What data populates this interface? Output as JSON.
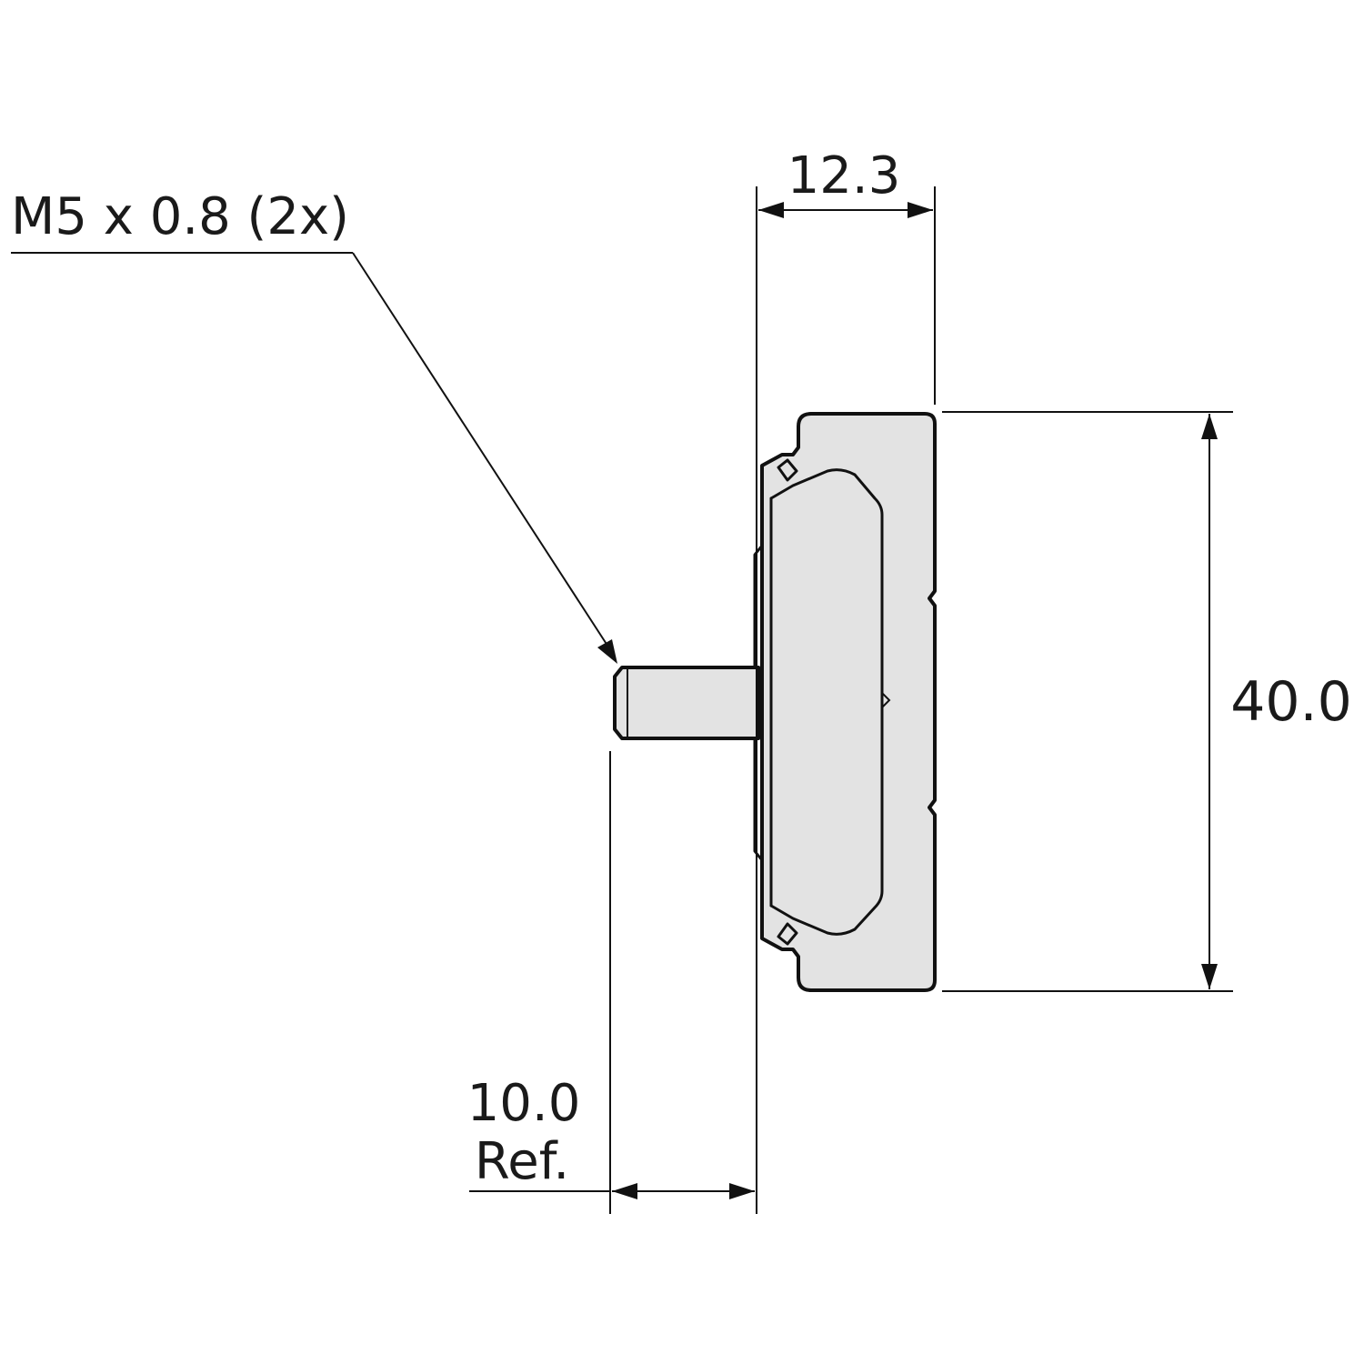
{
  "callout": {
    "label": "M5 x 0.8 (2x)"
  },
  "dimensions": {
    "width": {
      "value": "12.3"
    },
    "height": {
      "value": "40.0"
    },
    "stud": {
      "value": "10.0",
      "note": "Ref."
    }
  },
  "colors": {
    "part_fill": "#e3e3e3",
    "line": "#111111"
  }
}
